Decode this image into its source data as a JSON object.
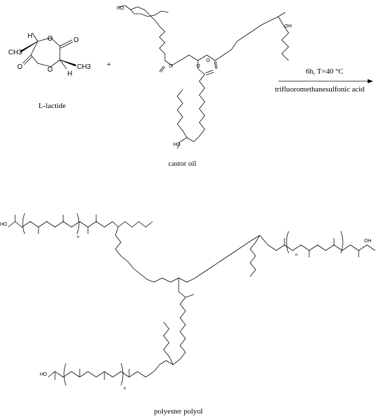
{
  "labels": {
    "reactant1": "L-lactide",
    "reactant2": "castor oil",
    "product": "polyester polyol",
    "plus": "+",
    "condition_top": "6h, T=40 °C",
    "condition_bottom": "trifluoromethanesulfonic acid"
  },
  "atoms": {
    "O": "O",
    "H": "H",
    "CH3": "CH3",
    "OH": "OH",
    "HO": "HO",
    "n": "n"
  }
}
